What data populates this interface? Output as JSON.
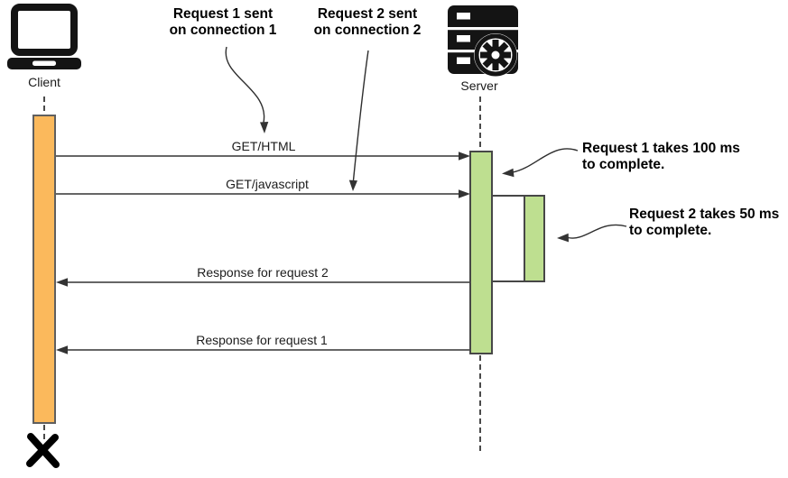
{
  "diagram": {
    "actors": {
      "client": {
        "label": "Client",
        "icon": "laptop-icon"
      },
      "server": {
        "label": "Server",
        "icon": "server-icon"
      }
    },
    "messages": [
      {
        "label": "GET/HTML",
        "from": "client",
        "to": "server"
      },
      {
        "label": "GET/javascript",
        "from": "client",
        "to": "server"
      },
      {
        "label": "Response for request 2",
        "from": "server",
        "to": "client"
      },
      {
        "label": "Response for request 1",
        "from": "server",
        "to": "client"
      }
    ],
    "annotations": [
      {
        "line1": "Request 1 sent",
        "line2": "on connection 1"
      },
      {
        "line1": "Request 2 sent",
        "line2": "on connection 2"
      },
      {
        "line1": "Request 1 takes 100 ms",
        "line2": "to complete."
      },
      {
        "line1": "Request 2 takes 50 ms",
        "line2": "to complete."
      }
    ],
    "colors": {
      "client_activation": "#FBB95C",
      "server_activation": "#BEDF90",
      "stroke": "#333333"
    }
  }
}
